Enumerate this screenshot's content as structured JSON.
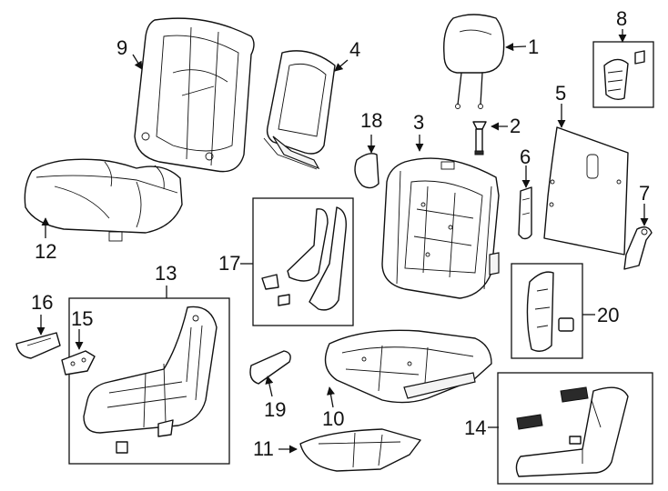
{
  "diagram": {
    "callouts": [
      "1",
      "2",
      "3",
      "4",
      "5",
      "6",
      "7",
      "8",
      "9",
      "10",
      "11",
      "12",
      "13",
      "14",
      "15",
      "16",
      "17",
      "18",
      "19",
      "20"
    ],
    "colors": {
      "line": "#111111",
      "background": "#ffffff"
    }
  }
}
